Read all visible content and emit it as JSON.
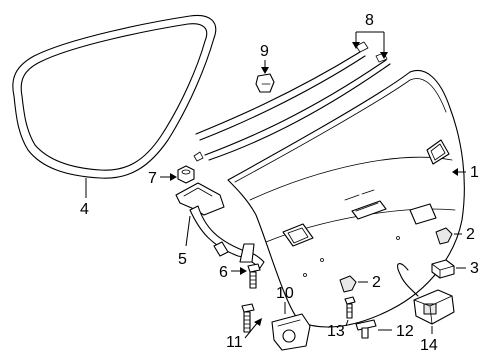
{
  "callouts": {
    "c1": "1",
    "c2a": "2",
    "c2b": "2",
    "c3": "3",
    "c4": "4",
    "c5": "5",
    "c6": "6",
    "c7": "7",
    "c8": "8",
    "c9": "9",
    "c10": "10",
    "c11": "11",
    "c12": "12",
    "c13": "13",
    "c14": "14"
  },
  "colors": {
    "line": "#000000",
    "background": "#ffffff"
  }
}
